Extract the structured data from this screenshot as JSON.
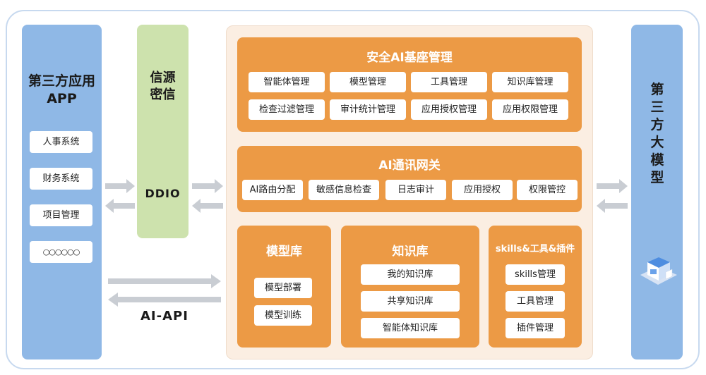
{
  "left_column": {
    "title_line1": "第三方应用",
    "title_line2": "APP",
    "items": [
      "人事系统",
      "财务系统",
      "项目管理",
      "○○○○○○"
    ]
  },
  "ddio_column": {
    "title_line1": "信源",
    "title_line2": "密信",
    "label": "DDIO"
  },
  "right_column": {
    "title": "第三方大模型"
  },
  "api_label": "AI-API",
  "security_panel": {
    "title": "安全AI基座管理",
    "row1": [
      "智能体管理",
      "模型管理",
      "工具管理",
      "知识库管理"
    ],
    "row2": [
      "检查过滤管理",
      "审计统计管理",
      "应用授权管理",
      "应用权限管理"
    ]
  },
  "gateway_panel": {
    "title": "AI通讯网关",
    "items": [
      "AI路由分配",
      "敏感信息检查",
      "日志审计",
      "应用授权",
      "权限管控"
    ]
  },
  "model_panel": {
    "title": "模型库",
    "items": [
      "模型部署",
      "模型训练"
    ]
  },
  "knowledge_panel": {
    "title": "知识库",
    "items": [
      "我的知识库",
      "共享知识库",
      "智能体知识库"
    ]
  },
  "skills_panel": {
    "title": "skills&工具&插件",
    "items": [
      "skills管理",
      "工具管理",
      "插件管理"
    ]
  },
  "colors": {
    "panel_orange": "#ec9a45",
    "container_beige": "#fbeee2",
    "column_blue": "#8fb8e6",
    "ddio_green": "#cde2ad",
    "arrow_gray": "#c9cdd3"
  }
}
